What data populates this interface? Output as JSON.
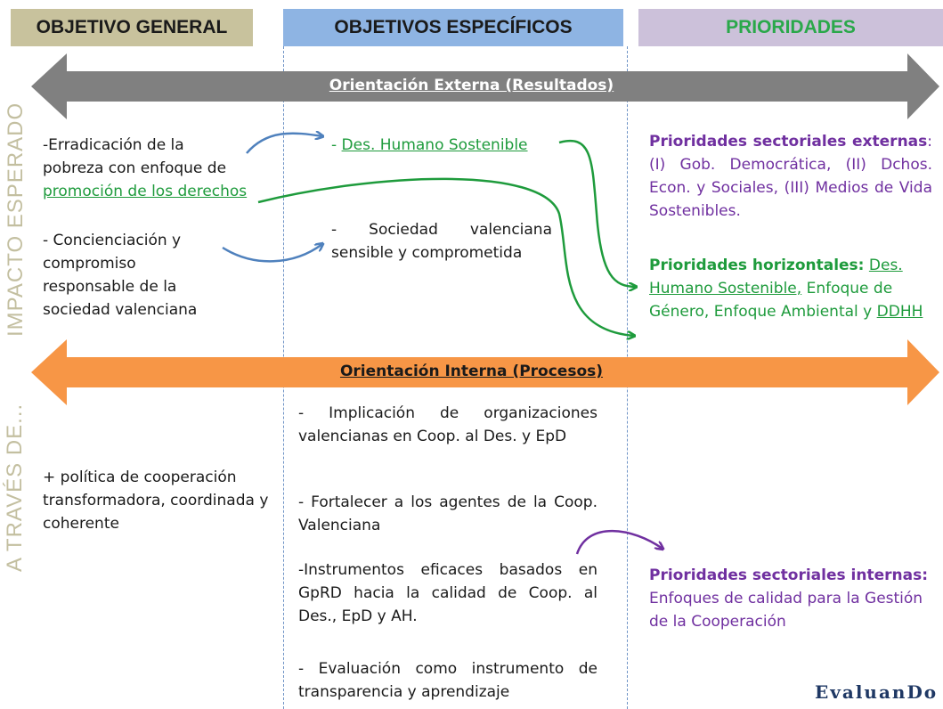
{
  "headers": {
    "col1": "OBJETIVO GENERAL",
    "col2": "OBJETIVOS ESPECÍFICOS",
    "col3": "PRIORIDADES"
  },
  "colors": {
    "col1_bg": "#c8c29d",
    "col2_bg": "#8eb4e3",
    "col3_bg": "#ccc1da",
    "external_arrow": "#808080",
    "internal_arrow": "#f79646",
    "green": "#1e9b3c",
    "purple": "#7030a0",
    "blue_arrow": "#4f81bd"
  },
  "bands": {
    "external": "Orientación Externa (Resultados)",
    "internal": "Orientación Interna (Procesos)"
  },
  "side_labels": {
    "impact": "IMPACTO ESPERADO",
    "through": "A TRAVÉS DE..."
  },
  "general": {
    "item1_line1": "-Erradicación de la",
    "item1_line2": "pobreza con enfoque de",
    "item1_link": "promoción de los derechos",
    "item2": "- Concienciación y compromiso responsable de la sociedad valenciana",
    "item3": "+ política de cooperación transformadora, coordinada y coherente"
  },
  "specific": {
    "item1_prefix": "- ",
    "item1_link": "Des. Humano Sostenible",
    "item2": "- Sociedad valenciana sensible y comprometida",
    "process1": "- Implicación de organizaciones valencianas en Coop. al Des. y EpD",
    "process2": "- Fortalecer a los agentes de la Coop. Valenciana",
    "process3": "-Instrumentos eficaces basados en GpRD hacia la calidad de Coop. al Des., EpD y AH.",
    "process4": "- Evaluación como instrumento de transparencia y aprendizaje"
  },
  "priorities": {
    "external_title": "Prioridades sectoriales externas",
    "external_text": ": (I) Gob. Democrática, (II) Dchos. Econ. y Sociales, (III) Medios de Vida Sostenibles.",
    "horizontal_title": "Prioridades horizontales:",
    "horizontal_link1": "Des. Humano Sostenible,",
    "horizontal_mid": " Enfoque de Género, Enfoque Ambiental y ",
    "horizontal_link2": "DDHH",
    "internal_title": "Prioridades sectoriales internas:",
    "internal_text": "Enfoques de calidad para la Gestión de la Cooperación"
  },
  "logo": "EvaluanDo"
}
